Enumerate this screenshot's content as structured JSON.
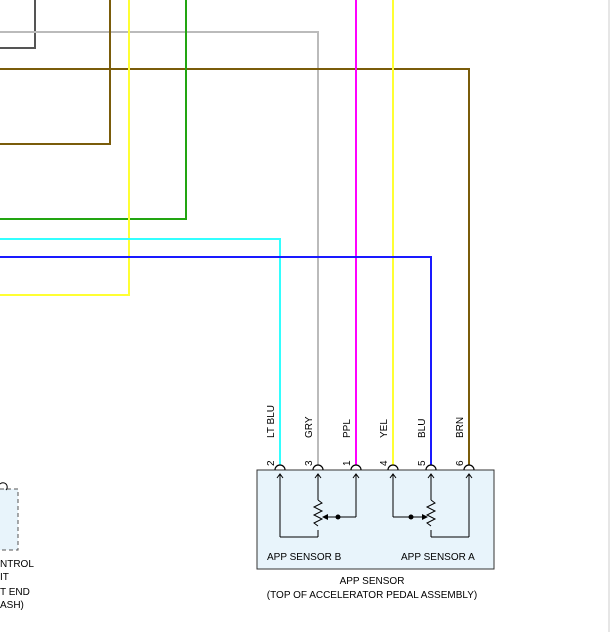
{
  "colors": {
    "gray_dark": "#555555",
    "gray": "#bbbbbb",
    "brown": "#7a5c0a",
    "green": "#22a511",
    "yellow": "#ffff33",
    "magenta": "#ff00ff",
    "cyan": "#33ffff",
    "blue": "#1a1aff",
    "sensor_fill": "#e8f4fb"
  },
  "wires": {
    "lt_blu": "LT BLU",
    "gry": "GRY",
    "ppl": "PPL",
    "yel": "YEL",
    "blu": "BLU",
    "brn": "BRN"
  },
  "pins": {
    "p2": "2",
    "p3": "3",
    "p1": "1",
    "p4": "4",
    "p5": "5",
    "p6": "6"
  },
  "sensor": {
    "sensor_b_label": "APP SENSOR B",
    "sensor_a_label": "APP SENSOR A",
    "title": "APP SENSOR",
    "subtitle": "(TOP OF ACCELERATOR PEDAL ASSEMBLY)"
  },
  "left_module": {
    "line1": "NTROL",
    "line2": "IT",
    "line3": "T END",
    "line4": "ASH)"
  }
}
